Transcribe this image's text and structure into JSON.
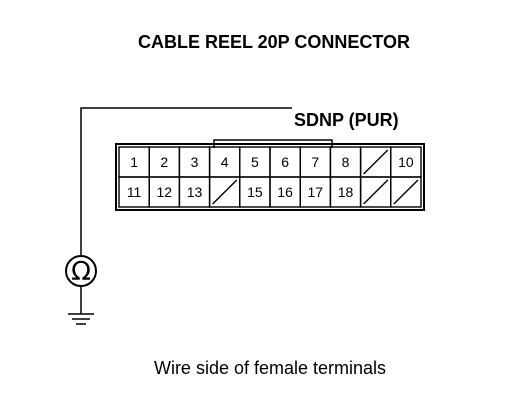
{
  "title": "CABLE REEL 20P CONNECTOR",
  "wire_label": "SDNP (PUR)",
  "caption": "Wire side of female terminals",
  "meter_symbol": "Ω",
  "connector": {
    "rows": [
      [
        "1",
        "2",
        "3",
        "4",
        "5",
        "6",
        "7",
        "8",
        "",
        "10"
      ],
      [
        "11",
        "12",
        "13",
        "",
        "15",
        "16",
        "17",
        "18",
        "",
        ""
      ]
    ],
    "blanked_cells": [
      [
        0,
        8
      ],
      [
        1,
        3
      ],
      [
        1,
        8
      ],
      [
        1,
        9
      ]
    ]
  }
}
